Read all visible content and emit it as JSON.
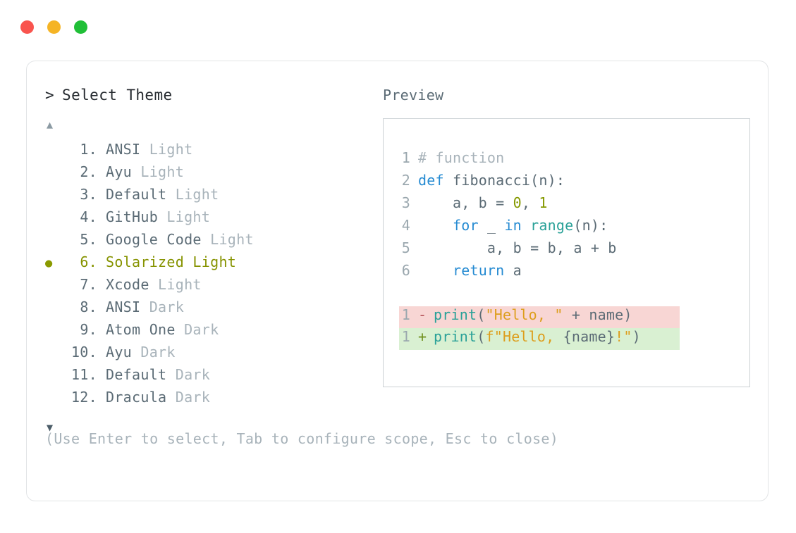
{
  "window": {
    "dots": [
      {
        "name": "close",
        "color": "#f9544e"
      },
      {
        "name": "minimize",
        "color": "#f5b425"
      },
      {
        "name": "maximize",
        "color": "#20bf37"
      }
    ]
  },
  "selector": {
    "caret": ">",
    "title": "Select Theme",
    "scroll_up_icon": "▲",
    "scroll_down_icon": "▼",
    "selected_index": 6,
    "selected_bullet": "●",
    "accent_color": "#869300",
    "items": [
      {
        "num": "1.",
        "name": "ANSI",
        "variant": "Light",
        "selected": false
      },
      {
        "num": "2.",
        "name": "Ayu",
        "variant": "Light",
        "selected": false
      },
      {
        "num": "3.",
        "name": "Default",
        "variant": "Light",
        "selected": false
      },
      {
        "num": "4.",
        "name": "GitHub",
        "variant": "Light",
        "selected": false
      },
      {
        "num": "5.",
        "name": "Google Code",
        "variant": "Light",
        "selected": false
      },
      {
        "num": "6.",
        "name": "Solarized",
        "variant": "Light",
        "selected": true
      },
      {
        "num": "7.",
        "name": "Xcode",
        "variant": "Light",
        "selected": false
      },
      {
        "num": "8.",
        "name": "ANSI",
        "variant": "Dark",
        "selected": false
      },
      {
        "num": "9.",
        "name": "Atom One",
        "variant": "Dark",
        "selected": false
      },
      {
        "num": "10.",
        "name": "Ayu",
        "variant": "Dark",
        "selected": false
      },
      {
        "num": "11.",
        "name": "Default",
        "variant": "Dark",
        "selected": false
      },
      {
        "num": "12.",
        "name": "Dracula",
        "variant": "Dark",
        "selected": false
      }
    ]
  },
  "preview": {
    "label": "Preview",
    "code_lines": [
      {
        "num": "1",
        "tokens": [
          {
            "t": "# function",
            "c": "tok-comment"
          }
        ]
      },
      {
        "num": "2",
        "tokens": [
          {
            "t": "def",
            "c": "tok-kw"
          },
          {
            "t": " fibonacci(n):",
            "c": "tok-plain"
          }
        ]
      },
      {
        "num": "3",
        "tokens": [
          {
            "t": "    a, b = ",
            "c": "tok-plain"
          },
          {
            "t": "0",
            "c": "tok-num"
          },
          {
            "t": ", ",
            "c": "tok-plain"
          },
          {
            "t": "1",
            "c": "tok-num"
          }
        ]
      },
      {
        "num": "4",
        "tokens": [
          {
            "t": "    ",
            "c": "tok-plain"
          },
          {
            "t": "for",
            "c": "tok-kw"
          },
          {
            "t": " _ ",
            "c": "tok-plain"
          },
          {
            "t": "in",
            "c": "tok-kw"
          },
          {
            "t": " ",
            "c": "tok-plain"
          },
          {
            "t": "range",
            "c": "tok-fn"
          },
          {
            "t": "(n):",
            "c": "tok-plain"
          }
        ]
      },
      {
        "num": "5",
        "tokens": [
          {
            "t": "        a, b = b, a + b",
            "c": "tok-plain"
          }
        ]
      },
      {
        "num": "6",
        "tokens": [
          {
            "t": "    ",
            "c": "tok-plain"
          },
          {
            "t": "return",
            "c": "tok-kw"
          },
          {
            "t": " a",
            "c": "tok-plain"
          }
        ]
      }
    ],
    "diff_lines": [
      {
        "kind": "removed",
        "num": "1",
        "mark": "-",
        "bg": "#f8d6d4",
        "tokens": [
          {
            "t": "print",
            "c": "tok-fn"
          },
          {
            "t": "(",
            "c": "tok-plain"
          },
          {
            "t": "\"Hello, \"",
            "c": "tok-str"
          },
          {
            "t": " + name)",
            "c": "tok-plain"
          }
        ]
      },
      {
        "kind": "added",
        "num": "1",
        "mark": "+",
        "bg": "#d9f0d2",
        "tokens": [
          {
            "t": "print",
            "c": "tok-fn"
          },
          {
            "t": "(",
            "c": "tok-plain"
          },
          {
            "t": "f\"Hello, ",
            "c": "tok-str"
          },
          {
            "t": "{name}",
            "c": "tok-plain"
          },
          {
            "t": "!\"",
            "c": "tok-str"
          },
          {
            "t": ")",
            "c": "tok-plain"
          }
        ]
      }
    ]
  },
  "footer": {
    "hint": "(Use Enter to select, Tab to configure scope, Esc to close)"
  }
}
